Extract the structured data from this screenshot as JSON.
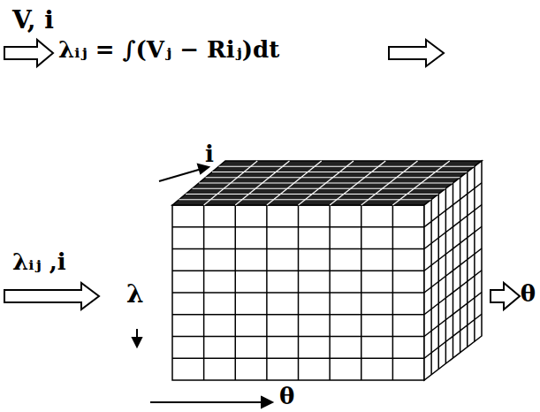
{
  "diagram": {
    "labels": [
      "V, i",
      "λᵢⱼ = ∫(Vⱼ − Riⱼ)dt",
      "λᵢⱼ ,i",
      "i",
      "λ",
      "θ",
      "θ"
    ]
  }
}
